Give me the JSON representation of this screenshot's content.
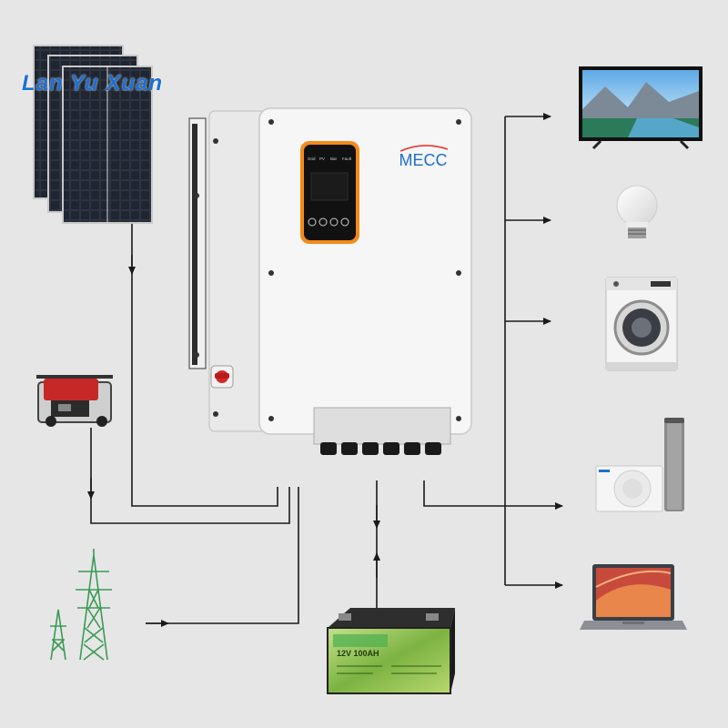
{
  "watermark": "Lan Yu Xuan",
  "inverter": {
    "brand": "MECC",
    "display_labels": [
      "Grid",
      "PV",
      "Bat",
      "Fault"
    ]
  },
  "battery": {
    "label": "12V 100AH"
  },
  "colors": {
    "background": "#e6e6e6",
    "lines": "#1a1a1a",
    "brand_blue": "#1e6fd0",
    "panel_orange": "#f28a1a",
    "inverter_body": "#f6f6f6",
    "battery_green": "#8bc34a"
  },
  "icons": {
    "sources": [
      "solar-panel-icon",
      "generator-icon",
      "power-tower-icon"
    ],
    "storage": "battery-icon",
    "loads": [
      "tv-icon",
      "light-bulb-icon",
      "washing-machine-icon",
      "air-conditioner-icon",
      "laptop-icon"
    ]
  }
}
